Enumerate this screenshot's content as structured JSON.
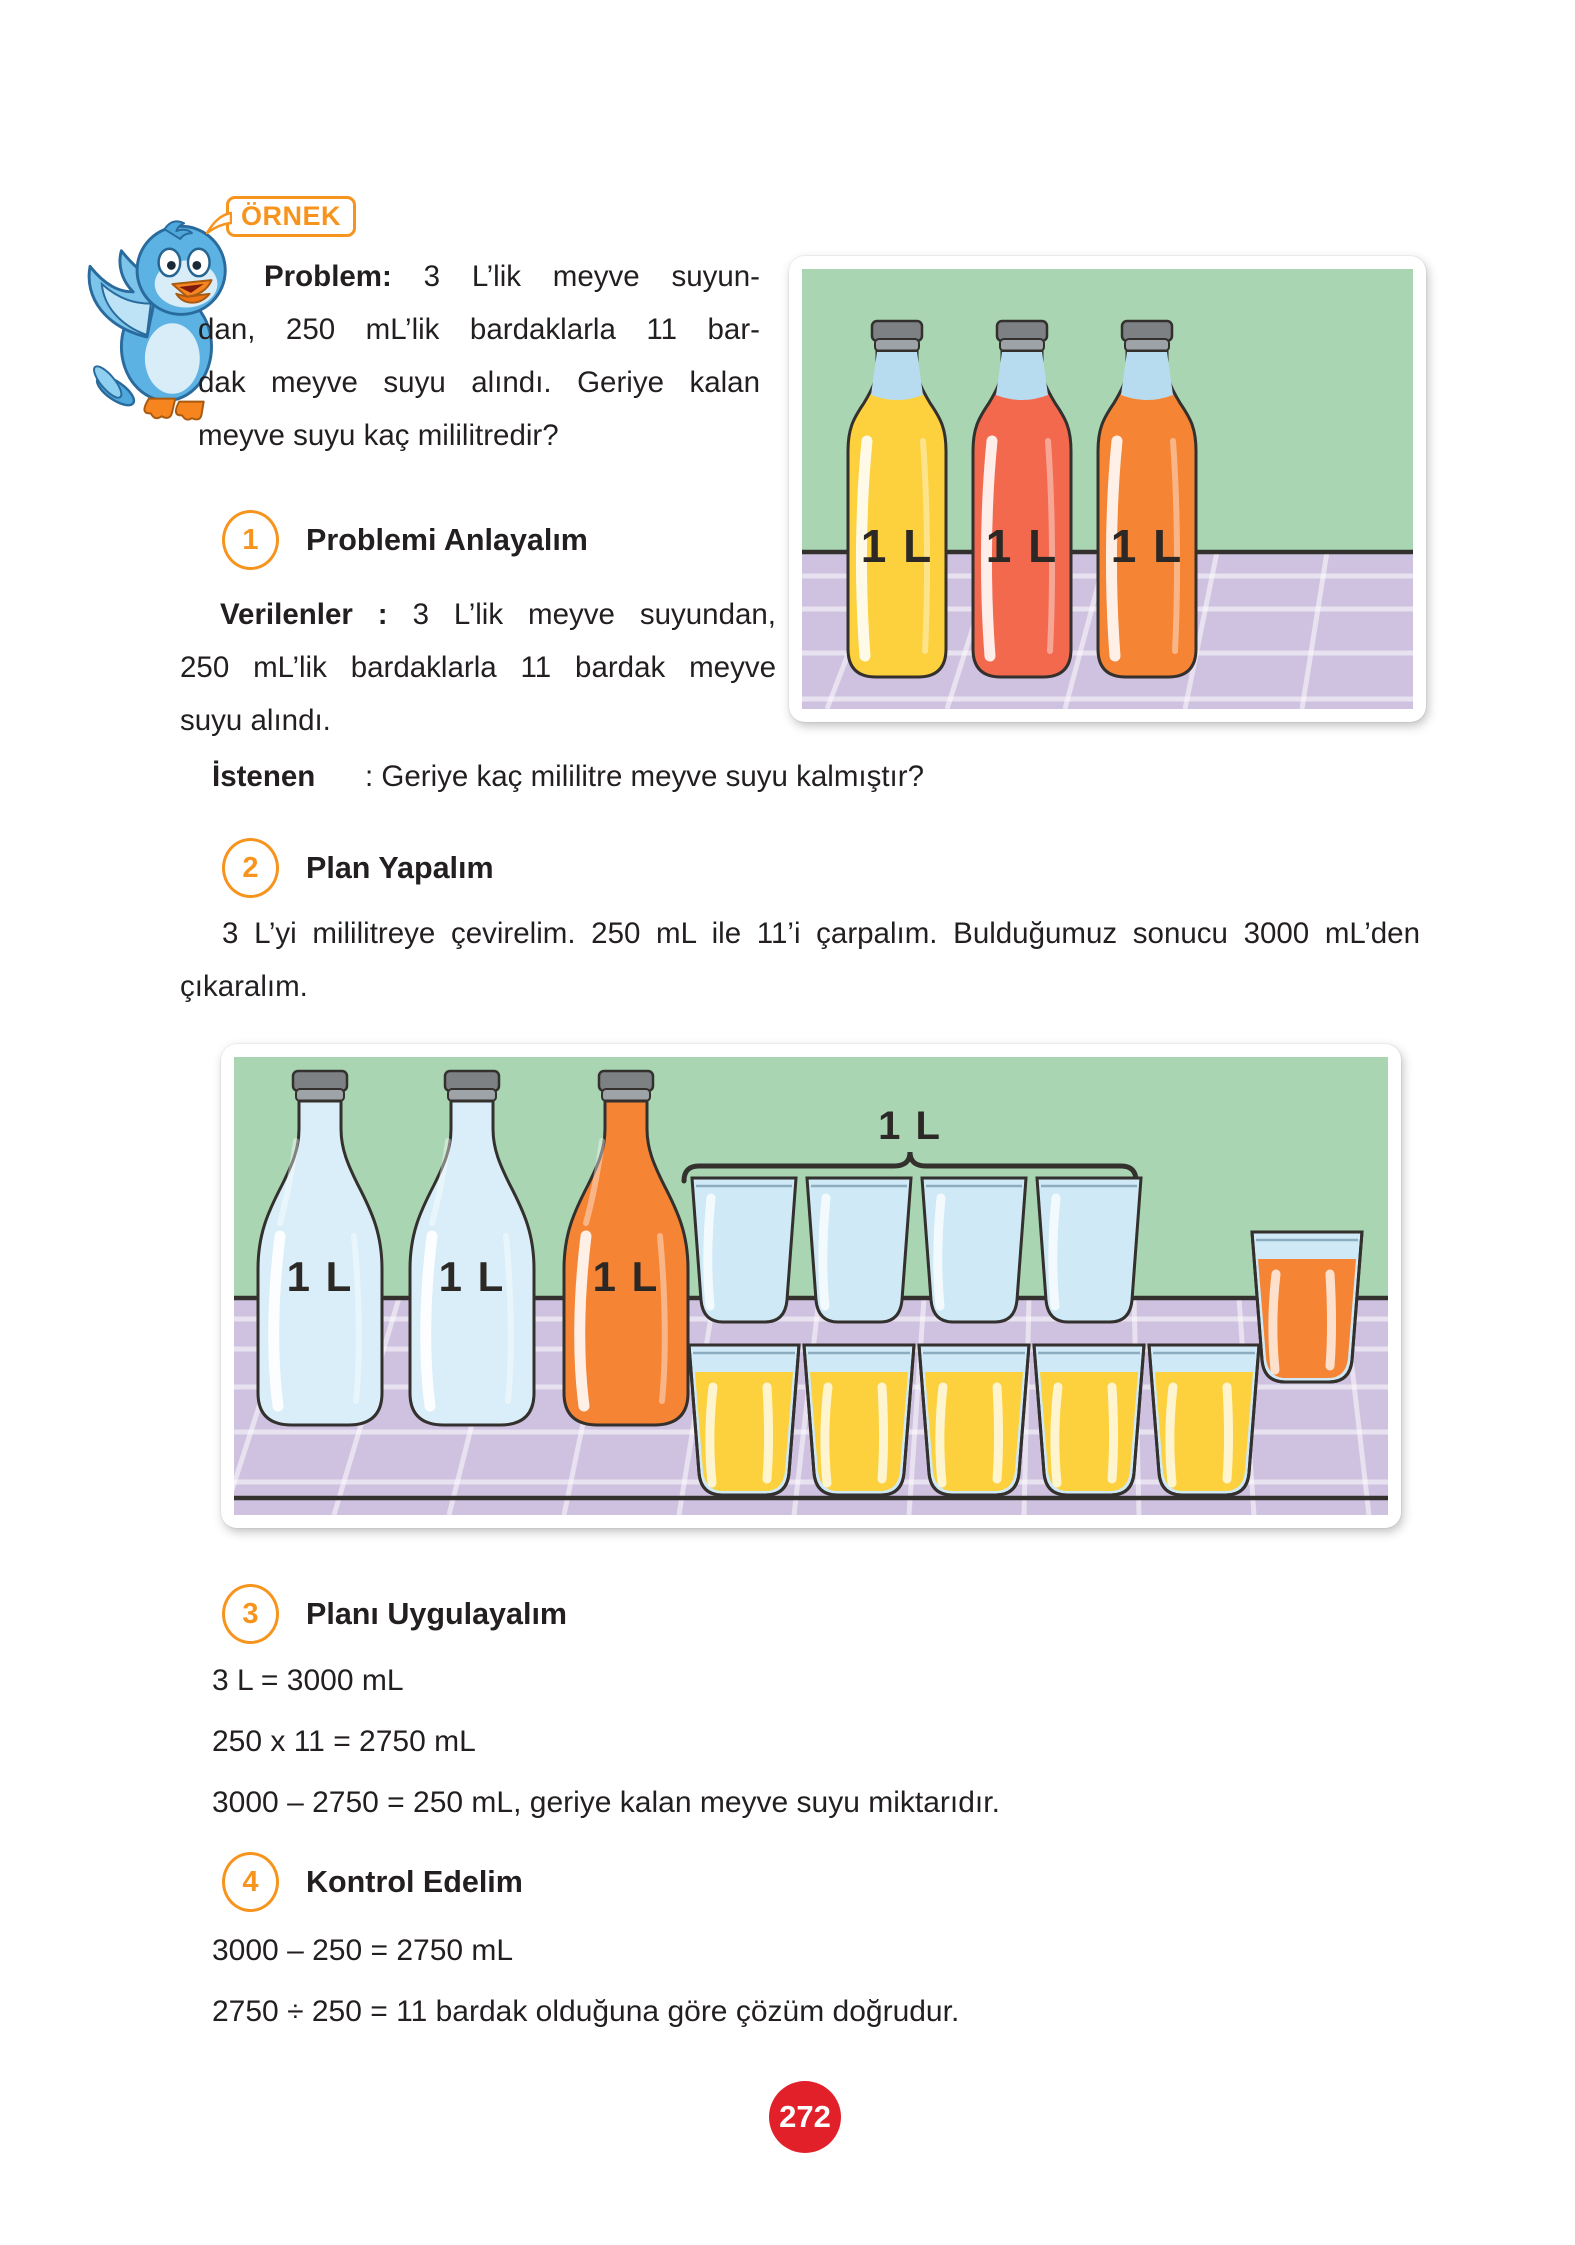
{
  "colors": {
    "accent": "#f7941e",
    "ink": "#231f20",
    "badge": "#e2202a",
    "wall": "#a9d5b2",
    "floor": "#cfc2e0",
    "outline": "#33302d",
    "cap": "#7d8184",
    "caplip": "#9da3a7",
    "glassblue": "#b7dcf0",
    "bottleglass": "#d9eef8",
    "cupglass": "#cfe9f6",
    "juiceyellow": "#fcd13d",
    "juicered": "#f2694e",
    "juiceorange": "#f58434"
  },
  "page": {
    "number": "272"
  },
  "mascot": {
    "bubble_label": "ÖRNEK"
  },
  "problem": {
    "label": "Problem:",
    "lines": [
      "3 L’lik meyve suyun-",
      "dan, 250 mL’lik bardaklarla 11 bar-",
      "dak meyve suyu alındı. Geriye kalan",
      "meyve suyu kaç mililitredir?"
    ]
  },
  "steps": [
    {
      "number": "1",
      "title": "Problemi Anlayalım"
    },
    {
      "number": "2",
      "title": "Plan Yapalım"
    },
    {
      "number": "3",
      "title": "Planı Uygulayalım"
    },
    {
      "number": "4",
      "title": "Kontrol Edelim"
    }
  ],
  "understand": {
    "given_label": "Verilenler :",
    "given_lines": [
      "3 L’lik meyve suyundan,",
      "250 mL’lik bardaklarla 11 bardak meyve",
      "suyu alındı."
    ],
    "wanted_label": "İstenen",
    "wanted_text": ": Geriye kaç mililitre meyve suyu kalmıştır?"
  },
  "plan": {
    "lines": [
      "3 L’yi mililitreye çevirelim. 250 mL ile 11’i çarpalım. Bulduğumuz sonucu 3000 mL’den",
      "çıkaralım."
    ]
  },
  "apply": {
    "lines": [
      "3 L = 3000 mL",
      "250 x 11 = 2750 mL",
      "3000 – 2750 = 250 mL, geriye kalan meyve suyu miktarıdır."
    ]
  },
  "check": {
    "lines": [
      "3000 – 250 = 2750 mL",
      "2750 ÷ 250 = 11 bardak olduğuna göre çözüm doğrudur."
    ]
  },
  "illustration1": {
    "bottle_labels": [
      "1 L",
      "1 L",
      "1 L"
    ]
  },
  "illustration2": {
    "bottle_labels": [
      "1 L",
      "1 L",
      "1 L"
    ],
    "bracket_label": "1 L"
  }
}
